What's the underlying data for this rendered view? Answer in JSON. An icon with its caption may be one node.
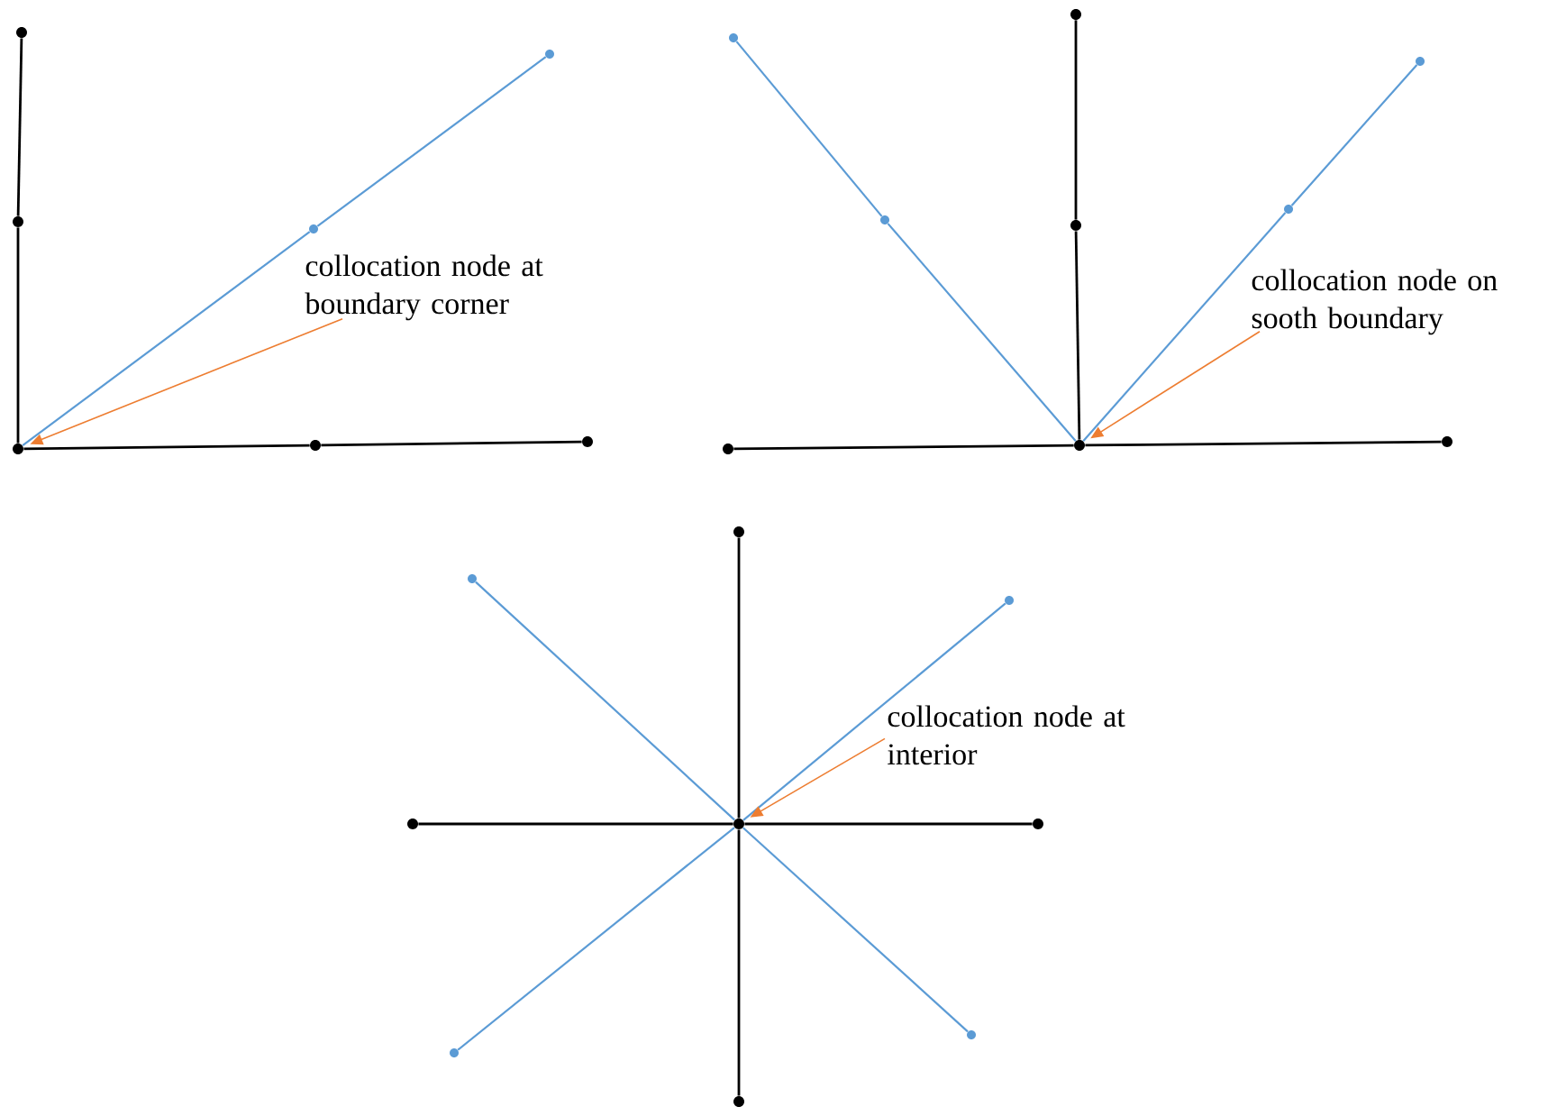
{
  "diagram": {
    "nodes": [
      {
        "text": [],
        "shape": "circle"
      },
      {
        "text": [],
        "shape": "circle"
      },
      {
        "text": [],
        "shape": "circle"
      },
      {
        "text": [],
        "shape": "circle"
      },
      {
        "text": [],
        "shape": "circle"
      },
      {
        "text": [],
        "shape": "circle"
      },
      {
        "text": [],
        "shape": "circle"
      },
      {
        "text": [
          "collocation node at boundary corner"
        ]
      },
      {
        "text": [],
        "shape": "circle"
      },
      {
        "text": [],
        "shape": "circle"
      },
      {
        "text": [],
        "shape": "circle"
      },
      {
        "text": [],
        "shape": "circle"
      },
      {
        "text": [],
        "shape": "circle"
      },
      {
        "text": [],
        "shape": "circle"
      },
      {
        "text": [],
        "shape": "circle"
      },
      {
        "text": [],
        "shape": "circle"
      },
      {
        "text": [],
        "shape": "circle"
      },
      {
        "text": [
          "collocation node on sooth boundary"
        ]
      },
      {
        "text": [],
        "shape": "circle"
      },
      {
        "text": [],
        "shape": "circle"
      },
      {
        "text": [],
        "shape": "circle"
      },
      {
        "text": [],
        "shape": "circle"
      },
      {
        "text": [],
        "shape": "circle"
      },
      {
        "text": [],
        "shape": "circle"
      },
      {
        "text": [],
        "shape": "circle"
      },
      {
        "text": [],
        "shape": "circle"
      },
      {
        "text": [],
        "shape": "circle"
      },
      {
        "text": [
          "collocation node at interior"
        ]
      }
    ],
    "edges": [
      {
        "from": 0,
        "to": 1,
        "arrow": "none"
      },
      {
        "from": 1,
        "to": 2,
        "arrow": "none"
      },
      {
        "from": 0,
        "to": 3,
        "arrow": "none"
      },
      {
        "from": 3,
        "to": 4,
        "arrow": "none"
      },
      {
        "from": 0,
        "to": 5,
        "arrow": "none",
        "color": "#5b9bd5"
      },
      {
        "from": 5,
        "to": 6,
        "arrow": "none",
        "color": "#5b9bd5"
      },
      {
        "from": 7,
        "to": 0,
        "arrow": "to",
        "color": "#ed7d31"
      },
      {
        "from": 8,
        "to": 9,
        "arrow": "none"
      },
      {
        "from": 9,
        "to": 10,
        "arrow": "none"
      },
      {
        "from": 8,
        "to": 11,
        "arrow": "none"
      },
      {
        "from": 8,
        "to": 12,
        "arrow": "none"
      },
      {
        "from": 8,
        "to": 13,
        "arrow": "none",
        "color": "#5b9bd5"
      },
      {
        "from": 13,
        "to": 14,
        "arrow": "none",
        "color": "#5b9bd5"
      },
      {
        "from": 8,
        "to": 15,
        "arrow": "none",
        "color": "#5b9bd5"
      },
      {
        "from": 15,
        "to": 16,
        "arrow": "none",
        "color": "#5b9bd5"
      },
      {
        "from": 17,
        "to": 8,
        "arrow": "to",
        "color": "#ed7d31"
      },
      {
        "from": 18,
        "to": 19,
        "arrow": "none"
      },
      {
        "from": 18,
        "to": 20,
        "arrow": "none"
      },
      {
        "from": 18,
        "to": 21,
        "arrow": "none"
      },
      {
        "from": 18,
        "to": 22,
        "arrow": "none"
      },
      {
        "from": 18,
        "to": 23,
        "arrow": "none",
        "color": "#5b9bd5"
      },
      {
        "from": 18,
        "to": 24,
        "arrow": "none",
        "color": "#5b9bd5"
      },
      {
        "from": 18,
        "to": 25,
        "arrow": "none",
        "color": "#5b9bd5"
      },
      {
        "from": 18,
        "to": 26,
        "arrow": "none",
        "color": "#5b9bd5"
      },
      {
        "from": 27,
        "to": 18,
        "arrow": "to",
        "color": "#ed7d31"
      }
    ]
  }
}
